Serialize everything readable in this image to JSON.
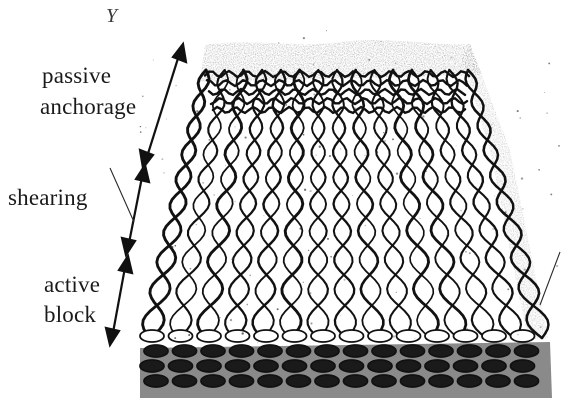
{
  "labels": {
    "passive": "passive",
    "anchorage": "anchorage",
    "shearing": "shearing",
    "active": "active",
    "block": "block"
  },
  "stray_mark": "Y",
  "colors": {
    "ink": "#141414",
    "paper": "#ffffff"
  }
}
